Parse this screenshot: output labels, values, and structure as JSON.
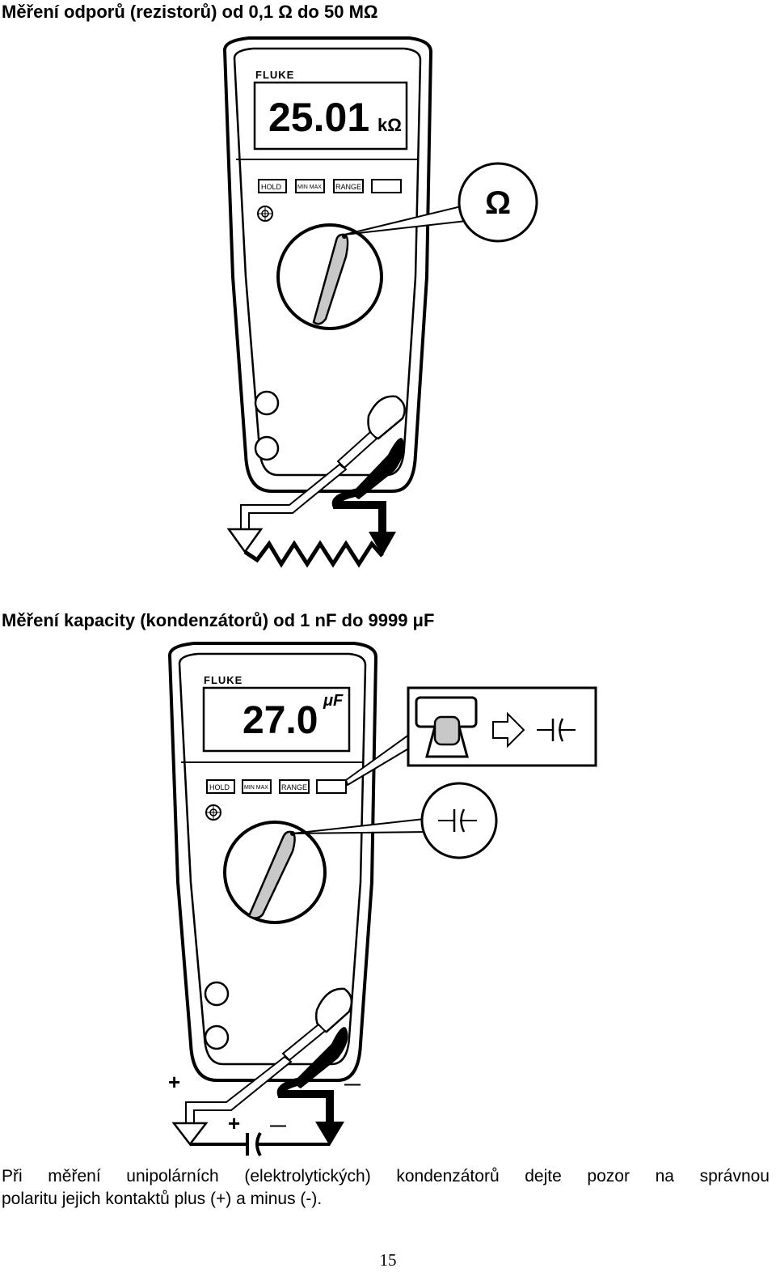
{
  "headings": {
    "resistance": "Měření odporů (rezistorů) od 0,1 Ω do 50 MΩ",
    "capacitance": "Měření kapacity (kondenzátorů) od 1 nF do 9999 μF"
  },
  "meter1": {
    "brand": "FLUKE",
    "display_value": "25.01",
    "display_unit": "kΩ",
    "buttons": [
      "HOLD",
      "MIN MAX",
      "RANGE",
      ""
    ],
    "callout_symbol": "Ω"
  },
  "meter2": {
    "brand": "FLUKE",
    "display_value": "27.0",
    "display_unit": "μF",
    "buttons": [
      "HOLD",
      "MIN MAX",
      "RANGE",
      ""
    ],
    "callout_symbol": "capacitor-icon",
    "plus_label": "+",
    "minus_label": "—",
    "cap_plus_label": "+",
    "cap_minus_label": "—"
  },
  "paragraph": {
    "line1": "Při měření unipolárních (elektrolytických) kondenzátorů dejte pozor na správnou",
    "line2": "polaritu jejich kontaktů plus (+) a minus (-)."
  },
  "page_number": "15"
}
